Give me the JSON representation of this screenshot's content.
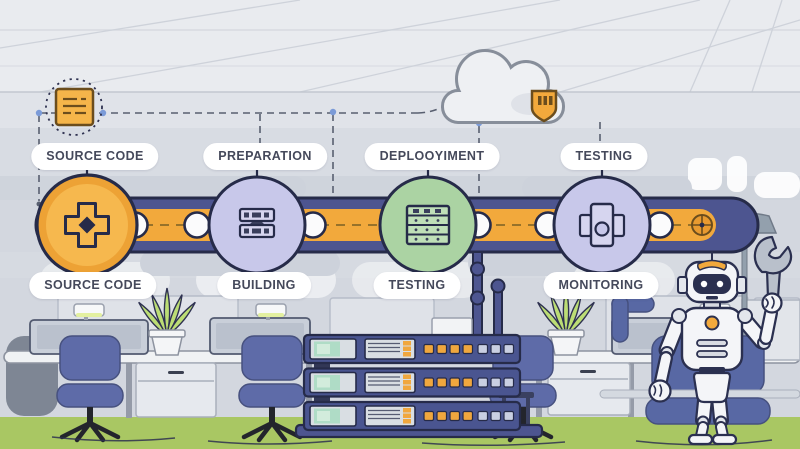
{
  "pipeline": {
    "stations": [
      {
        "id": "source",
        "top_label": "SOURCE CODE",
        "bottom_label": "SOURCE CODE",
        "node_color": "#f5b54a",
        "icon": "plus-module-icon"
      },
      {
        "id": "preparation",
        "top_label": "PREPARATION",
        "bottom_label": "BUILDING",
        "node_color": "#c8c8ea",
        "icon": "build-boxes-icon"
      },
      {
        "id": "deployment",
        "top_label": "DEPLOOYIMENT",
        "bottom_label": "TESTING",
        "node_color": "#abd3a3",
        "icon": "server-rack-icon"
      },
      {
        "id": "testing",
        "top_label": "TESTING",
        "bottom_label": "MONITORING",
        "node_color": "#c8c8ea",
        "icon": "inspector-icon"
      }
    ],
    "belt": {
      "band_color": "#f2a93c",
      "frame_color": "#4d5590",
      "roller_color": "#ffffff"
    }
  },
  "icons": {
    "cloud": "cloud-icon",
    "shield": "shield-icon",
    "source_file": "code-file-icon",
    "wrench": "wrench-icon"
  },
  "scene_objects": [
    "robot-assistant",
    "server-rack",
    "office-desk",
    "office-chairs",
    "potted-plants",
    "desk-lamps",
    "monitors",
    "floor-lamp"
  ],
  "colors": {
    "outline": "#262b49",
    "belt_navy": "#4d5590",
    "belt_orange": "#f2a93c",
    "node_orange": "#f5b54a",
    "node_lavender": "#c8c8ea",
    "node_green": "#abd3a3",
    "wall": "#d3d7df",
    "ceiling": "#e9ebef",
    "floor_green": "#a9c763",
    "chair_blue": "#5e6ba8",
    "server_navy": "#4a5590",
    "accent_orange": "#f2a93c"
  }
}
